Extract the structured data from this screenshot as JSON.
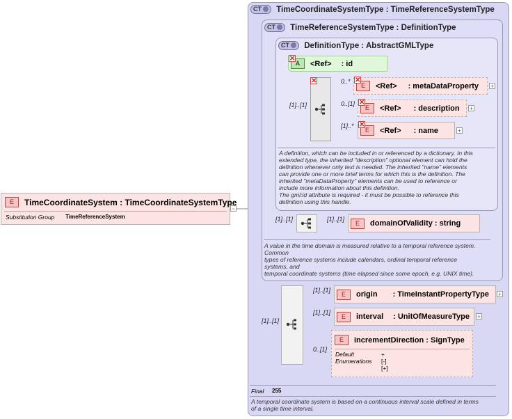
{
  "root_element": {
    "badge": "E",
    "label": "TimeCoordinateSystem : TimeCoordinateSystemType",
    "subst_key": "Substitution Group",
    "subst_value": "TimeReferenceSystem",
    "collapse_symbol": "−"
  },
  "ct_outer": {
    "badge": "CT",
    "title": "TimeCoordinateSystemType : TimeReferenceSystemType",
    "final_key": "Final",
    "final_value": "255",
    "doc_lines": [
      "A temporal coordinate system is based on a continuous interval scale defined in terms",
      "of a single time interval."
    ]
  },
  "ct_mid": {
    "badge": "CT",
    "title": "TimeReferenceSystemType : DefinitionType",
    "doc_lines": [
      "A value in the time domain is measured relative to a temporal reference system.",
      "Common",
      "types of reference systems include calendars, ordinal temporal reference",
      "systems, and",
      "temporal coordinate systems (time elapsed since some epoch, e.g. UNIX time)."
    ]
  },
  "ct_inner": {
    "badge": "CT",
    "title": "DefinitionType : AbstractGMLType",
    "doc_lines": [
      "A definition, which can be included in or referenced by a dictionary. In this",
      "extended type, the inherited \"description\" optional element can hold the",
      "definition whenever only text is needed. The inherited \"name\" elements",
      "can provide one or more brief terms for which this is the definition. The",
      "inherited \"metaDataProperty\" elements can be used to reference or",
      "include more information about this definition.",
      "The gml:id attribute is required - it must be possible to reference this",
      "definition using this handle."
    ]
  },
  "attribute_id": {
    "badge": "A",
    "ref": "<Ref>",
    "name": ": id"
  },
  "seq_inner": {
    "card": "[1]..[1]"
  },
  "seq_mid": {
    "card": "[1]..[1]"
  },
  "seq_outer": {
    "card": "[1]..[1]"
  },
  "elements": {
    "metaDataProperty": {
      "badge": "E",
      "card": "0..*",
      "ref": "<Ref>",
      "name": ": metaDataProperty"
    },
    "description": {
      "badge": "E",
      "card": "0..[1]",
      "ref": "<Ref>",
      "name": ": description"
    },
    "name": {
      "badge": "E",
      "card": "[1]..*",
      "ref": "<Ref>",
      "name": ": name"
    },
    "domainOfValidity": {
      "badge": "E",
      "card": "[1]..[1]",
      "label": "domainOfValidity : string"
    },
    "origin": {
      "badge": "E",
      "card": "[1]..[1]",
      "label_a": "origin",
      "label_b": ": TimeInstantPropertyType"
    },
    "interval": {
      "badge": "E",
      "card": "[1]..[1]",
      "label_a": "interval",
      "label_b": ": UnitOfMeasureType"
    },
    "incrementDirection": {
      "badge": "E",
      "card": "0..[1]",
      "label": "incrementDirection : SignType",
      "default_key": "Default",
      "default_value": "+",
      "enum_key": "Enumerations",
      "enum_values": [
        "[-]",
        "[+]"
      ]
    }
  },
  "plus_symbol": "+",
  "x_symbol": "✕"
}
